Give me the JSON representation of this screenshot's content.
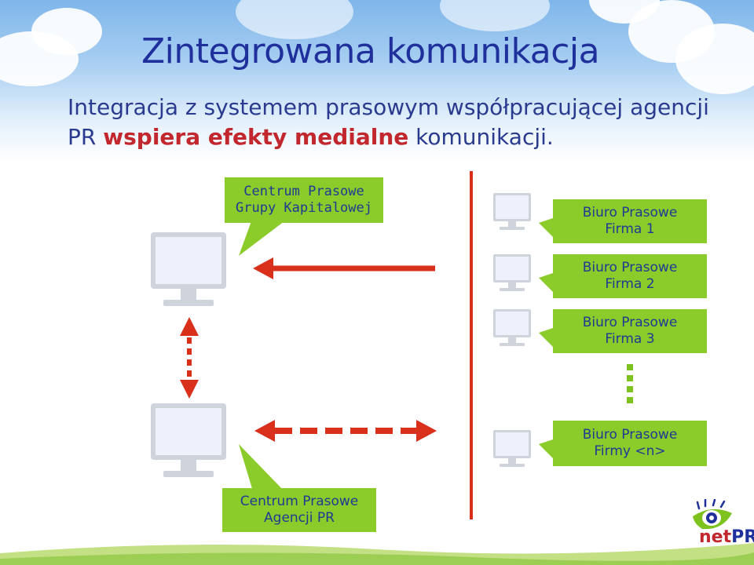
{
  "title": "Zintegrowana komunikacja",
  "subtitle": {
    "part1": "Integracja z systemem prasowym współpracującej agencji PR ",
    "highlight": "wspiera efekty medialne",
    "part2": " komunikacji."
  },
  "callouts": {
    "group": {
      "line1": "Centrum Prasowe",
      "line2": "Grupy Kapitalowej"
    },
    "agency": {
      "line1": "Centrum Prasowe",
      "line2": "Agencji PR"
    },
    "firm1": {
      "line1": "Biuro Prasowe",
      "line2": "Firma 1"
    },
    "firm2": {
      "line1": "Biuro Prasowe",
      "line2": "Firma 2"
    },
    "firm3": {
      "line1": "Biuro Prasowe",
      "line2": "Firma 3"
    },
    "firmn": {
      "line1": "Biuro Prasowe",
      "line2": "Firmy <n>"
    }
  },
  "logo": {
    "text_net": "net",
    "text_pr": "PR"
  },
  "colors": {
    "title": "#1f2f9b",
    "highlight": "#c1272d",
    "callout_bg": "#8bcb2a",
    "callout_text": "#1f3a93",
    "arrow": "#d9301b",
    "divider": "#d9301b",
    "dots_green": "#7dc21e",
    "monitor_frame": "#cfd3dc",
    "monitor_screen": "#eef0fb"
  },
  "icons": [
    "computer-monitor-icon",
    "arrow-left-icon",
    "arrow-double-dashed-icon",
    "arrow-vertical-dashed-icon",
    "netpr-logo-icon"
  ]
}
